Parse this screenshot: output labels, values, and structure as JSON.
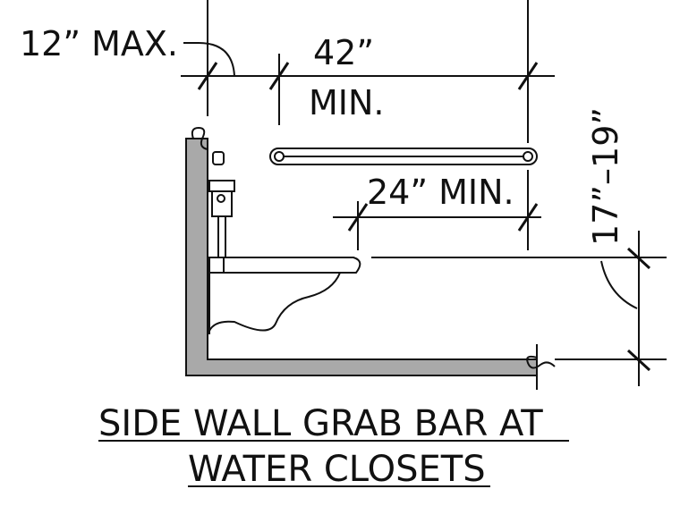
{
  "labels": {
    "offset_max": "12” MAX.",
    "bar_length_value": "42”",
    "bar_length_unit": "MIN.",
    "front_extension": "24” MIN.",
    "height_range": "17”–19”"
  },
  "title": {
    "line1": "SIDE WALL GRAB BAR AT",
    "line2": "WATER CLOSETS"
  },
  "colors": {
    "wall": "#a9a9a9",
    "ink": "#111111",
    "background": "#ffffff"
  }
}
